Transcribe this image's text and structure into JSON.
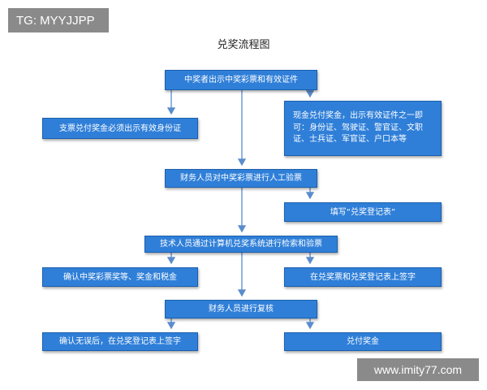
{
  "watermark": {
    "tg_label": "TG: MYYJJPP",
    "site": "www.imity77.com"
  },
  "diagram": {
    "title": "兑奖流程图",
    "nodes": {
      "present_ticket": "中奖者出示中奖彩票和有效证件",
      "check_payment": "支票兑付奖金必须出示有效身份证",
      "cash_payment": "现金兑付奖金，出示有效证件之一即可：身份证、驾驶证、警官证、文职证、士兵证、军官证、户口本等",
      "manual_check": "财务人员对中奖彩票进行人工验票",
      "fill_form": "填写“兑奖登记表”",
      "computer_check": "技术人员通过计算机兑奖系统进行检索和验票",
      "confirm_level": "确认中奖彩票奖等、奖金和税金",
      "sign_ticket_form": "在兑奖票和兑奖登记表上签字",
      "finance_review": "财务人员进行复核",
      "confirm_sign": "确认无误后，在兑奖登记表上签字",
      "pay_prize": "兑付奖金"
    }
  }
}
